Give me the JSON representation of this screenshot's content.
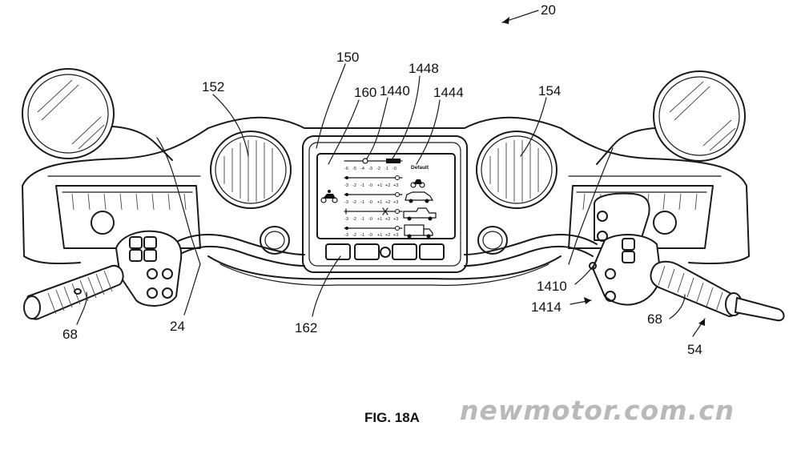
{
  "figure_label": "FIG. 18A",
  "watermark": "newmotor.com.cn",
  "reference_numerals": {
    "assembly": "20",
    "left_gauge": "152",
    "display": "150",
    "display_region": "160",
    "scale_marker": "1440",
    "active_setting": "1448",
    "default_label_ref": "1444",
    "right_gauge": "154",
    "buttons": "162",
    "left_grip": "68",
    "handlebar": "24",
    "right_grip": "68",
    "right_handlebar": "54",
    "control_a": "1410",
    "control_b": "1414"
  },
  "screen": {
    "default_label": "Default",
    "scale_rows": [
      {
        "ticks": [
          "-6",
          "-5",
          "-4",
          "-3",
          "-2",
          "-1",
          "-0"
        ]
      },
      {
        "ticks": [
          "-3",
          "-2",
          "-1",
          "-0",
          "+1",
          "+2",
          "+3"
        ]
      },
      {
        "ticks": [
          "-3",
          "-2",
          "-1",
          "-0",
          "+1",
          "+2",
          "+3"
        ]
      },
      {
        "ticks": [
          "-3",
          "-2",
          "-1",
          "-0",
          "+1",
          "+2",
          "+3"
        ]
      },
      {
        "ticks": [
          "-3",
          "-2",
          "-1",
          "-0",
          "+1",
          "+2",
          "+3"
        ]
      }
    ]
  }
}
